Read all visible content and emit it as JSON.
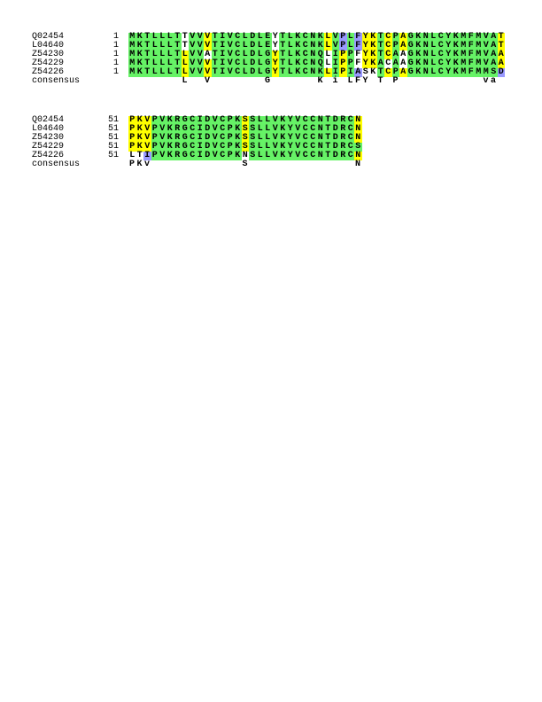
{
  "colors": {
    "g": "#66f266",
    "y": "#ffff00",
    "b": "#9999ff",
    "w": "#ffffff"
  },
  "blocks": [
    {
      "start": "1",
      "rows": [
        {
          "name": "Q02454",
          "seq": "MKTLLLTTVVVTIVCLDLEYTLKCNKLVPLFYKTCPAGKNLCYKMFMVAT",
          "col": "gggggggwggyggggggggwggggggygbgbyygygyggggggggggggyyw"
        },
        {
          "name": "L04640",
          "seq": "MKTLLLTTVVVTIVCLDLEYTLKCNKLVPLFYKTCPAGKNLCYKMFMVAT",
          "col": "gggggggwggyggggggggwggggggygbgbyygygyggggggggggggyyw"
        },
        {
          "name": "Z54230",
          "seq": "MKTLLLTLVVATIVCLDLGYTLKCNQLIPPFYKTCAAGKNLCYKMFMVAA",
          "col": "gggggggyggwggggggggyggggggwgygwyygygwggggggggggggyyw"
        },
        {
          "name": "Z54229",
          "seq": "MKTLLLTLVVVTIVCLDLGYTLKCNQLIPPFYKACAAGKNLCYKMFMVAA",
          "col": "gggggggyggyggggggggyggggggwgygwyygwgwggggggggggggyyw"
        },
        {
          "name": "Z54226",
          "seq": "MKTLLLTLVVVTIVCLDLGYTLKCNKLIPIASKTCPAGKNLCYKMFMMSD",
          "col": "gggggggyggyggggggggyggggggygygbwwgygyggggggggggggbbw"
        }
      ],
      "consensus_label": "consensus",
      "consensus": "       L  V       G      K i LFY T P           va "
    },
    {
      "start": "51",
      "rows": [
        {
          "name": "Q02454",
          "seq": "PKVPVKRGCIDVCPKSSLLVKYVCCNTDRCN",
          "col": "yyyggggggggggggyggggggggggggggy"
        },
        {
          "name": "L04640",
          "seq": "PKVPVKRGCIDVCPKSSLLVKYVCCNTDRCN",
          "col": "yyyggggggggggggyggggggggggggggy"
        },
        {
          "name": "Z54230",
          "seq": "PKVPVKRGCIDVCPKSSLLVKYVCCNTDRCN",
          "col": "yyyggggggggggggyggggggggggggggy"
        },
        {
          "name": "Z54229",
          "seq": "PKVPVKRGCIDVCPKSSLLVKYVCCNTDRCS",
          "col": "yyyggggggggggggygggggggggggggggw"
        },
        {
          "name": "Z54226",
          "seq": "LTIPVKRGCIDVCPKNSLLVKYVCCNTDRCN",
          "col": "wwbggggggggggggwggggggggggggggy"
        }
      ],
      "consensus_label": "consensus",
      "consensus": "PKv            S              N"
    }
  ]
}
